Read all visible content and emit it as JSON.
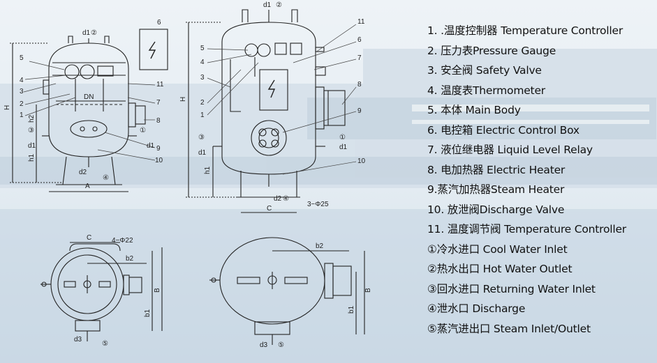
{
  "legend": {
    "items": [
      "1. .温度控制器 Temperature Controller",
      "2. 压力表Pressure Gauge",
      "3. 安全阀 Safety Valve",
      "4. 温度表Thermometer",
      "5. 本体 Main Body",
      "6. 电控箱 Electric Control Box",
      "7. 液位继电器 Liquid Level Relay",
      "8. 电加热器 Electric Heater",
      "9.蒸汽加热器Steam Heater",
      "10. 放泄阀Discharge Valve",
      "11. 温度调节阀 Temperature Controller",
      "①冷水进口 Cool Water Inlet",
      "②热水出口 Hot Water Outlet",
      "③回水进口 Returning Water Inlet",
      "④泄水口 Discharge",
      "⑤蒸汽进出口 Steam Inlet/Outlet"
    ]
  },
  "drawing": {
    "left": {
      "d1_top": "d1",
      "circ2": "②",
      "n6": "6",
      "n5": "5",
      "n4": "4",
      "n3": "3",
      "n2": "2",
      "n1": "1",
      "h2": "h2",
      "n11": "11",
      "n7": "7",
      "n8": "8",
      "circ1": "①",
      "n9": "9",
      "n10": "10",
      "circ3": "③",
      "d1_l": "d1",
      "d1_r": "d1",
      "h1": "h1",
      "H": "H",
      "DN": "DN",
      "d2": "d2",
      "circ4": "④",
      "A": "A"
    },
    "center": {
      "d1_top": "d1",
      "circ2": "②",
      "n11": "11",
      "n6": "6",
      "n7": "7",
      "n8": "8",
      "n5": "5",
      "n4": "4",
      "n3": "3",
      "n2": "2",
      "n1": "1",
      "n9": "9",
      "n10": "10",
      "d1_l": "d1",
      "circ3": "③",
      "circ1": "①",
      "d1_r": "d1",
      "h1": "h1",
      "H": "H",
      "d2": "d2",
      "circ4": "④",
      "holes": "3−Φ25",
      "C": "C"
    },
    "bottom_left": {
      "C": "C",
      "holes": "4−Φ22",
      "b2": "b2",
      "b1": "b1",
      "B": "B",
      "d3": "d3",
      "circ5": "⑤"
    },
    "bottom_right": {
      "b2": "b2",
      "b1": "b1",
      "B": "B",
      "d3": "d3",
      "circ5": "⑤"
    }
  }
}
